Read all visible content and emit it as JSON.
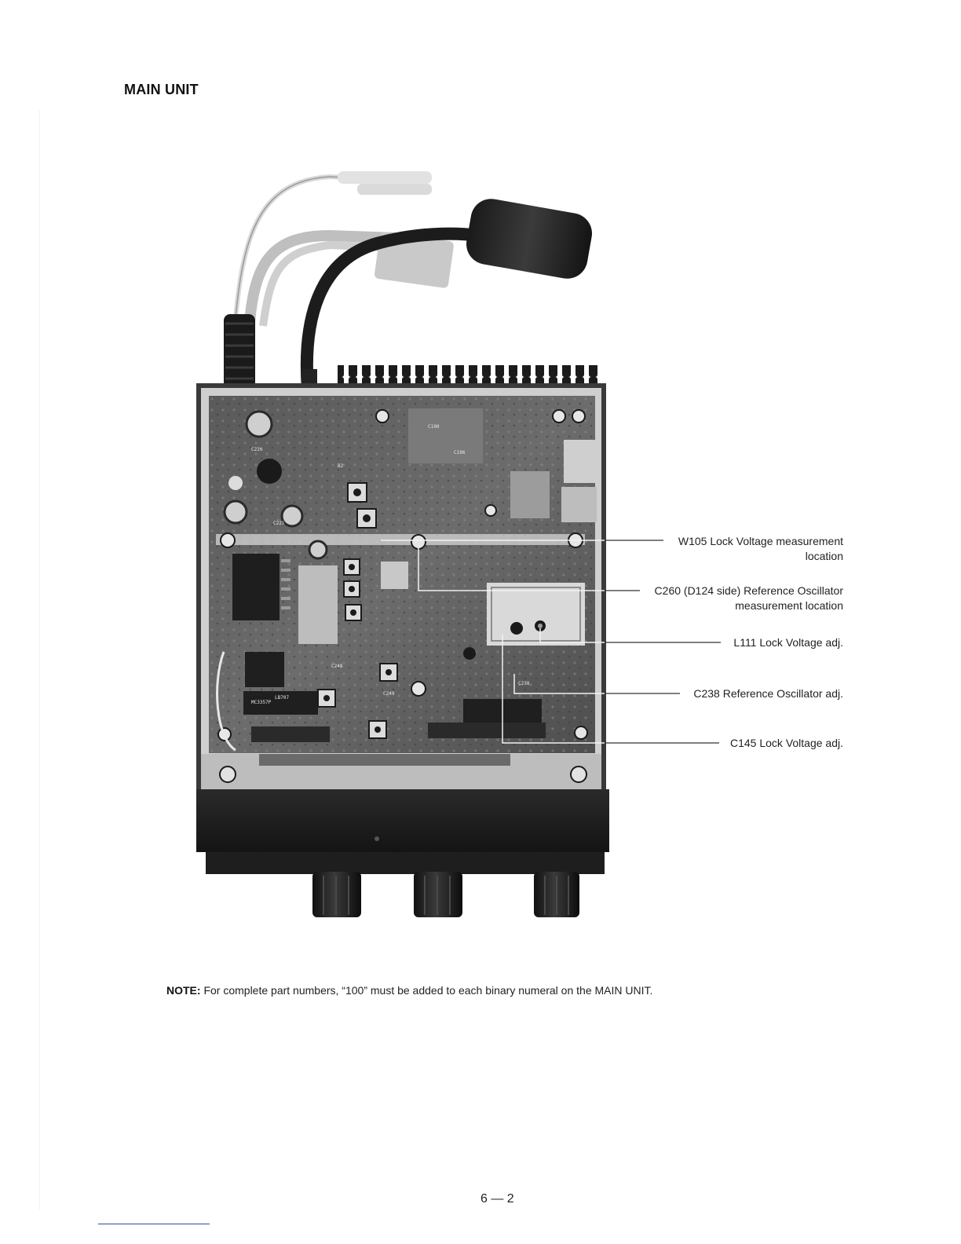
{
  "page": {
    "title": "MAIN UNIT",
    "page_number": "6 — 2"
  },
  "callouts": [
    {
      "line1": "W105 Lock Voltage measurement",
      "line2": "location"
    },
    {
      "line1": "C260 (D124 side) Reference Oscillator",
      "line2": "measurement location"
    },
    {
      "line1": "L111 Lock Voltage adj.",
      "line2": ""
    },
    {
      "line1": "C238 Reference Oscillator adj.",
      "line2": ""
    },
    {
      "line1": "C145 Lock Voltage adj.",
      "line2": ""
    }
  ],
  "note": {
    "label": "NOTE:",
    "text": " For complete part numbers, “100” must be added to each binary numeral on the MAIN UNIT."
  },
  "board_silkscreen": [
    "C220",
    "C221",
    "C190",
    "C196",
    "C238",
    "C248",
    "C249",
    "MC3357P",
    "LB707",
    "B2"
  ]
}
